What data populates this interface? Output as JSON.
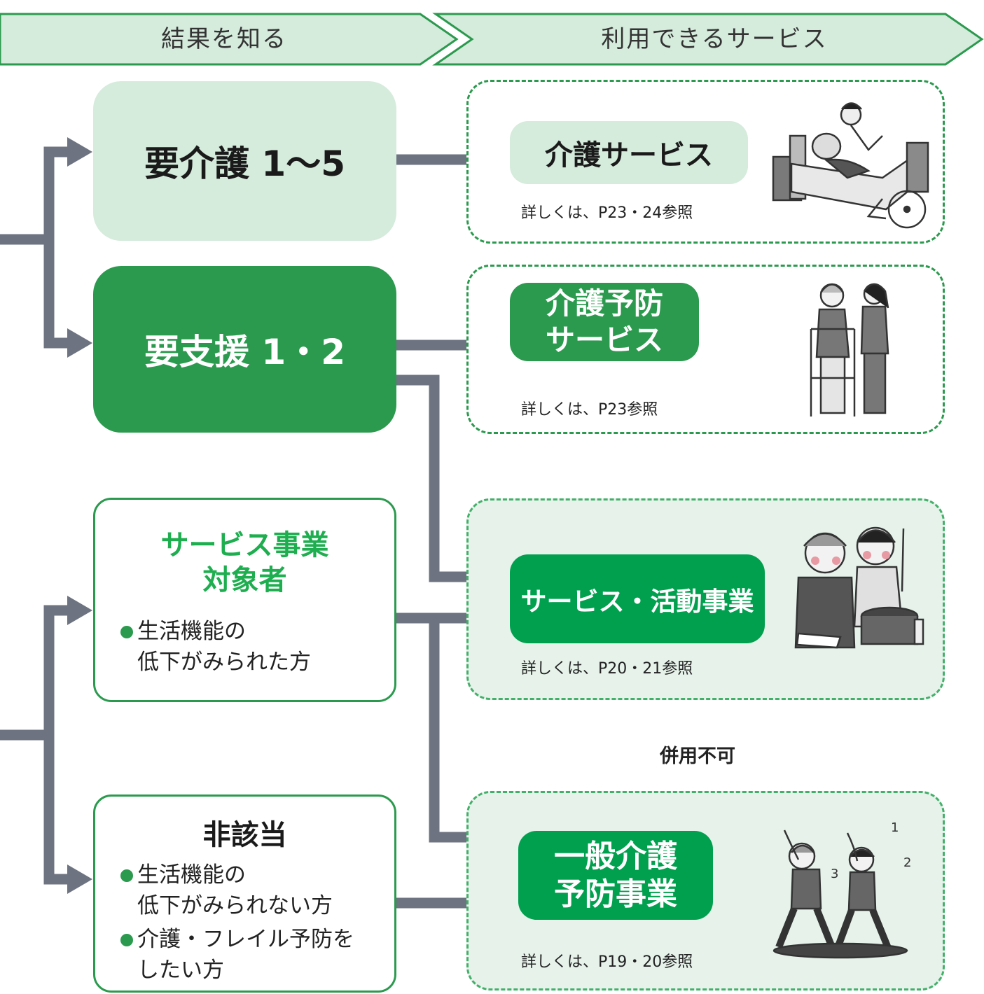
{
  "header": {
    "left_label": "結果を知る",
    "right_label": "利用できるサービス"
  },
  "results": {
    "care_level": "要介護 1～5",
    "support_level": "要支援 1・2",
    "service_target": {
      "title_line1": "サービス事業",
      "title_line2": "対象者",
      "bullets": [
        {
          "line1": "生活機能の",
          "line2": "低下がみられた方"
        }
      ]
    },
    "not_applicable": {
      "title": "非該当",
      "bullets": [
        {
          "line1": "生活機能の",
          "line2": "低下がみられない方"
        },
        {
          "line1": "介護・フレイル予防を",
          "line2": "したい方"
        }
      ]
    }
  },
  "services": {
    "care_service": {
      "label": "介護サービス",
      "ref": "詳しくは、P23・24参照"
    },
    "prevention_service": {
      "label_line1": "介護予防",
      "label_line2": "サービス",
      "ref": "詳しくは、P23参照"
    },
    "activity_service": {
      "label": "サービス・活動事業",
      "ref": "詳しくは、P20・21参照"
    },
    "general_prevention": {
      "label_line1": "一般介護",
      "label_line2": "予防事業",
      "ref": "詳しくは、P19・20参照"
    }
  },
  "note": "併用不可",
  "colors": {
    "dark_green": "#2b9a4e",
    "bright_green": "#00a04e",
    "light_green": "#d5ebdc",
    "panel_tint": "#e6f2ea",
    "arrow_gray": "#6d7380",
    "header_fill": "#d5ebdc"
  }
}
